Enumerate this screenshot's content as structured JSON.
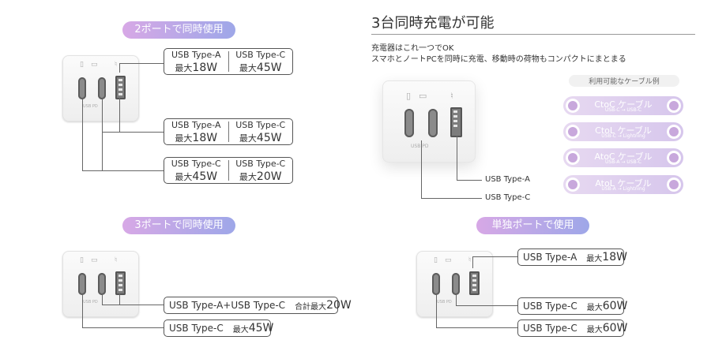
{
  "left_top": {
    "pill": "2ポートで同時使用",
    "usbpd": "USB PD",
    "rows": [
      {
        "left_type": "USB Type-A",
        "left_max": "最大",
        "left_w": "18W",
        "right_type": "USB Type-C",
        "right_max": "最大",
        "right_w": "45W"
      },
      {
        "left_type": "USB Type-A",
        "left_max": "最大",
        "left_w": "18W",
        "right_type": "USB Type-C",
        "right_max": "最大",
        "right_w": "45W"
      },
      {
        "left_type": "USB Type-C",
        "left_max": "最大",
        "left_w": "45W",
        "right_type": "USB Type-C",
        "right_max": "最大",
        "right_w": "20W"
      }
    ]
  },
  "left_bottom": {
    "pill": "3ポートで同時使用",
    "usbpd": "USB PD",
    "row1": {
      "type": "USB Type-A+USB Type-C",
      "max": "合計最大",
      "w": "20W"
    },
    "row2": {
      "type": "USB Type-C",
      "max": "最大",
      "w": "45W"
    }
  },
  "right_top": {
    "title": "3台同時充電が可能",
    "desc1": "充電器はこれ一つでOK",
    "desc2": "スマホとノートPCを同時に充電、移動時の荷物もコンパクトにまとまる",
    "usbpd": "USB PD",
    "label_a": "USB Type-A",
    "label_c": "USB Type-C",
    "cables_title": "利用可能なケーブル例",
    "cables": [
      {
        "name": "CtoC ケーブル",
        "sub": "USB-C → USB-C"
      },
      {
        "name": "CtoL ケーブル",
        "sub": "USB-C → Lightning"
      },
      {
        "name": "AtoC ケーブル",
        "sub": "USB-A → USB-C"
      },
      {
        "name": "AtoL ケーブル",
        "sub": "USB-A → Lightning"
      }
    ]
  },
  "right_bottom": {
    "pill": "単独ポートで使用",
    "usbpd": "USB PD",
    "rows": [
      {
        "type": "USB Type-A",
        "max": "最大",
        "w": "18W"
      },
      {
        "type": "USB Type-C",
        "max": "最大",
        "w": "60W"
      },
      {
        "type": "USB Type-C",
        "max": "最大",
        "w": "60W"
      }
    ]
  }
}
